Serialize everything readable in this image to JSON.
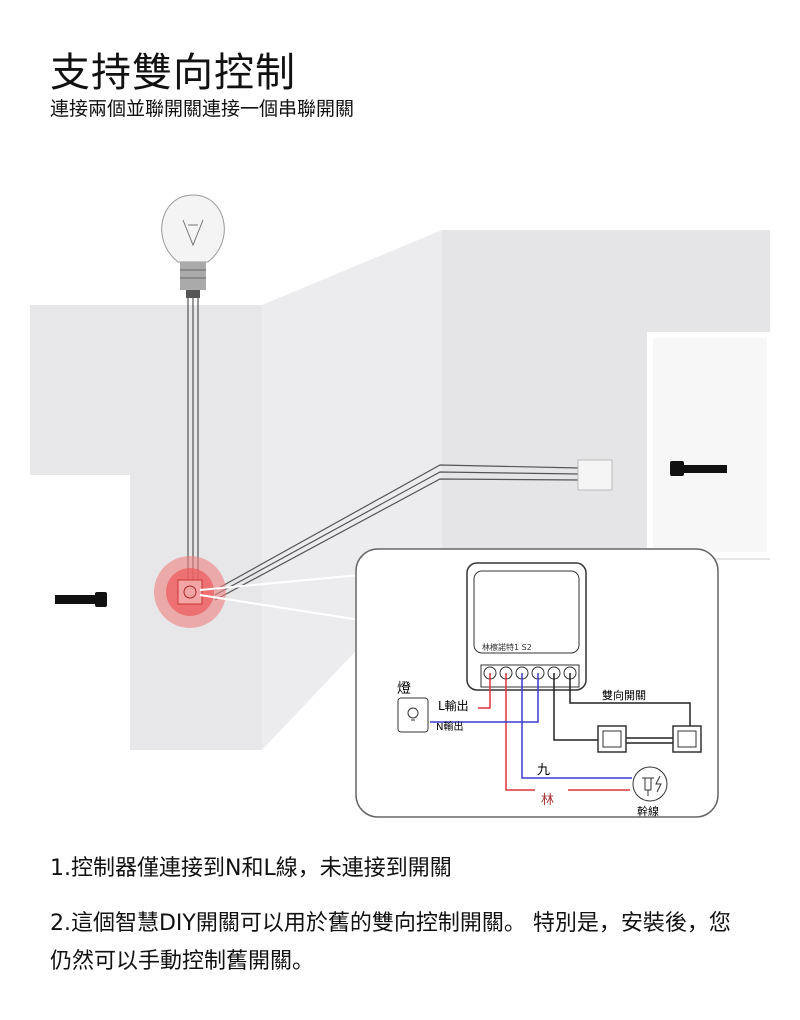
{
  "header": {
    "title": "支持雙向控制",
    "subtitle": "連接兩個並聯開關連接一個串聯開關"
  },
  "diagram": {
    "module_label": "林檫諾特1 S2",
    "lamp_label": "燈",
    "l_out": "L輸出",
    "n_out": "N輸出",
    "two_way_switch": "雙向開關",
    "neutral": "九",
    "live": "林",
    "mains": "幹線",
    "colors": {
      "live": "#e0323c",
      "neutral": "#3a3ad0",
      "wire": "#222222",
      "wall": "#e7e7e9"
    }
  },
  "notes": {
    "line1": "1.控制器僅連接到N和L線，未連接到開關",
    "line2": "2.這個智慧DIY開關可以用於舊的雙向控制開關。 特別是，安裝後，您仍然可以手動控制舊開關。"
  }
}
